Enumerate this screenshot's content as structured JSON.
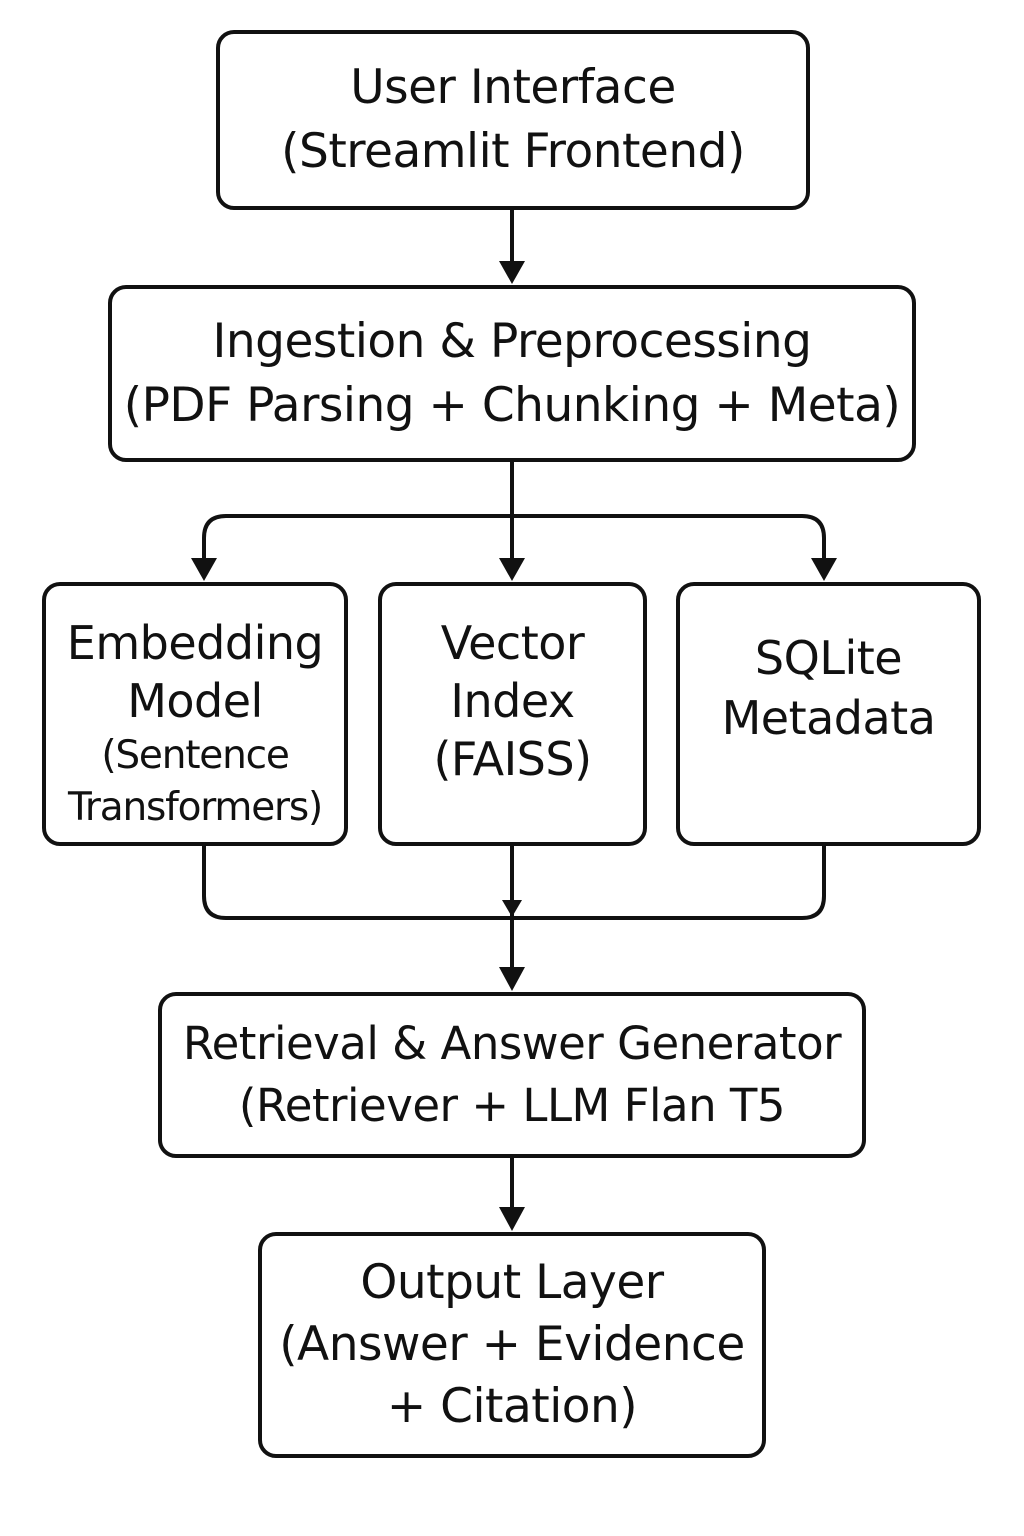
{
  "diagram": {
    "nodes": {
      "ui": {
        "line1": "User Interface",
        "line2": "(Streamlit Frontend)"
      },
      "ingest": {
        "line1": "Ingestion & Preprocessing",
        "line2": "(PDF Parsing + Chunking + Meta)"
      },
      "embed": {
        "line1": "Embedding",
        "line2": "Model",
        "line3": "(Sentence",
        "line4": "Transformers)"
      },
      "vector": {
        "line1": "Vector",
        "line2": "Index",
        "line3": "(FAISS)"
      },
      "sqlite": {
        "line1": "SQLite",
        "line2": "Metadata"
      },
      "retrieval": {
        "line1": "Retrieval & Answer Generator",
        "line2": "(Retriever + LLM Flan T5"
      },
      "output": {
        "line1": "Output Layer",
        "line2": "(Answer + Evidence",
        "line3": "+ Citation)"
      }
    },
    "edges": [
      {
        "from": "ui",
        "to": "ingest"
      },
      {
        "from": "ingest",
        "to": "embed"
      },
      {
        "from": "ingest",
        "to": "vector"
      },
      {
        "from": "ingest",
        "to": "sqlite"
      },
      {
        "from": "embed",
        "to": "retrieval"
      },
      {
        "from": "vector",
        "to": "retrieval"
      },
      {
        "from": "sqlite",
        "to": "retrieval"
      },
      {
        "from": "retrieval",
        "to": "output"
      }
    ],
    "colors": {
      "stroke": "#111111",
      "background": "#ffffff"
    }
  }
}
